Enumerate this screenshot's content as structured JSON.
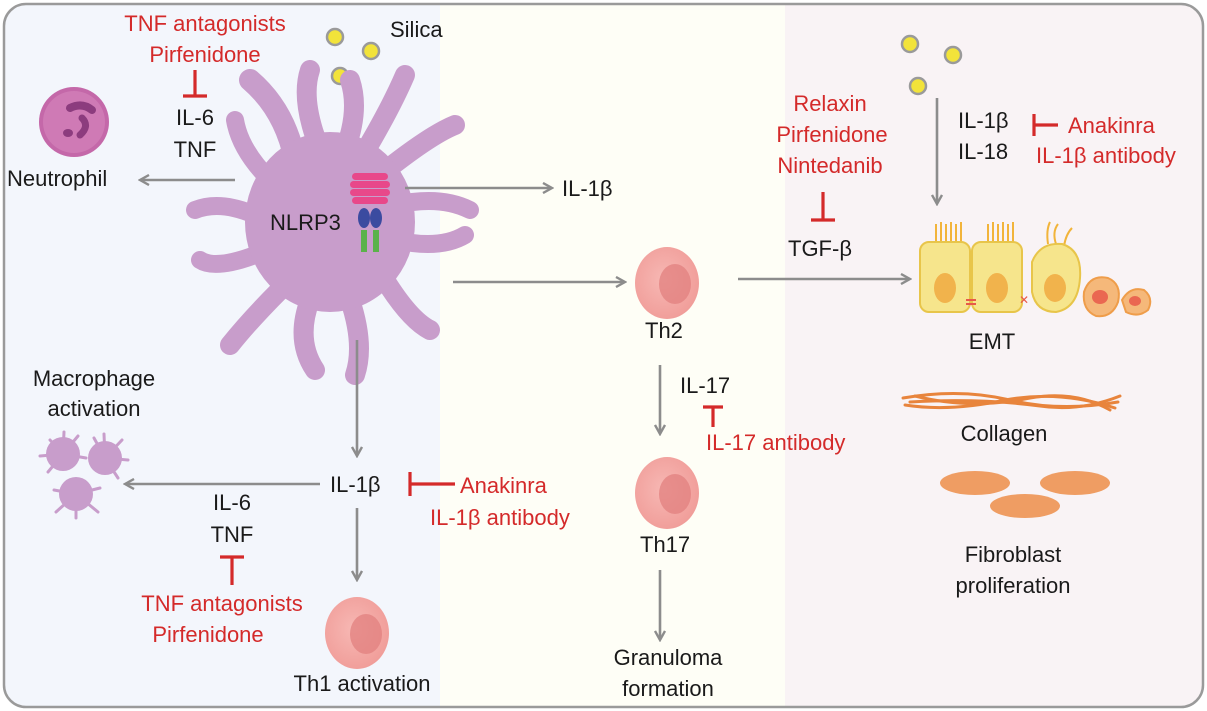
{
  "diagram": {
    "silica_left": "Silica",
    "nlrp3": "NLRP3",
    "neutrophil": "Neutrophil",
    "top_drugs": [
      "TNF antagonists",
      "Pirfenidone"
    ],
    "top_cytokines": [
      "IL-6",
      "TNF"
    ],
    "il1b_right": "IL-1β",
    "th2": "Th2",
    "il17": "IL-17",
    "il17_antibody": "IL-17 antibody",
    "th17": "Th17",
    "granuloma": [
      "Granuloma",
      "formation"
    ],
    "macrophage_activation": [
      "Macrophage",
      "activation"
    ],
    "il1b_center": "IL-1β",
    "center_drugs": [
      "Anakinra",
      "IL-1β antibody"
    ],
    "bottom_cytokines": [
      "IL-6",
      "TNF"
    ],
    "bottom_drugs": [
      "TNF antagonists",
      "Pirfenidone"
    ],
    "th1_activation": "Th1 activation",
    "tgf_drugs": [
      "Relaxin",
      "Pirfenidone",
      "Nintedanib"
    ],
    "tgfb": "TGF-β",
    "right_cytokines": [
      "IL-1β",
      "IL-18"
    ],
    "right_drugs": [
      "Anakinra",
      "IL-1β antibody"
    ],
    "emt": "EMT",
    "collagen": "Collagen",
    "fibroblast": [
      "Fibroblast",
      "proliferation"
    ]
  },
  "colors": {
    "macrophage": "#c89dcb",
    "t_cell": "#f3a6a3",
    "drug_text": "#d42a2a",
    "arrow": "#8c8c8c",
    "silica": "#f2e33a",
    "epithelial": "#f6e58c",
    "fibroblast": "#ef9d63",
    "collagen": "#e8843c"
  }
}
